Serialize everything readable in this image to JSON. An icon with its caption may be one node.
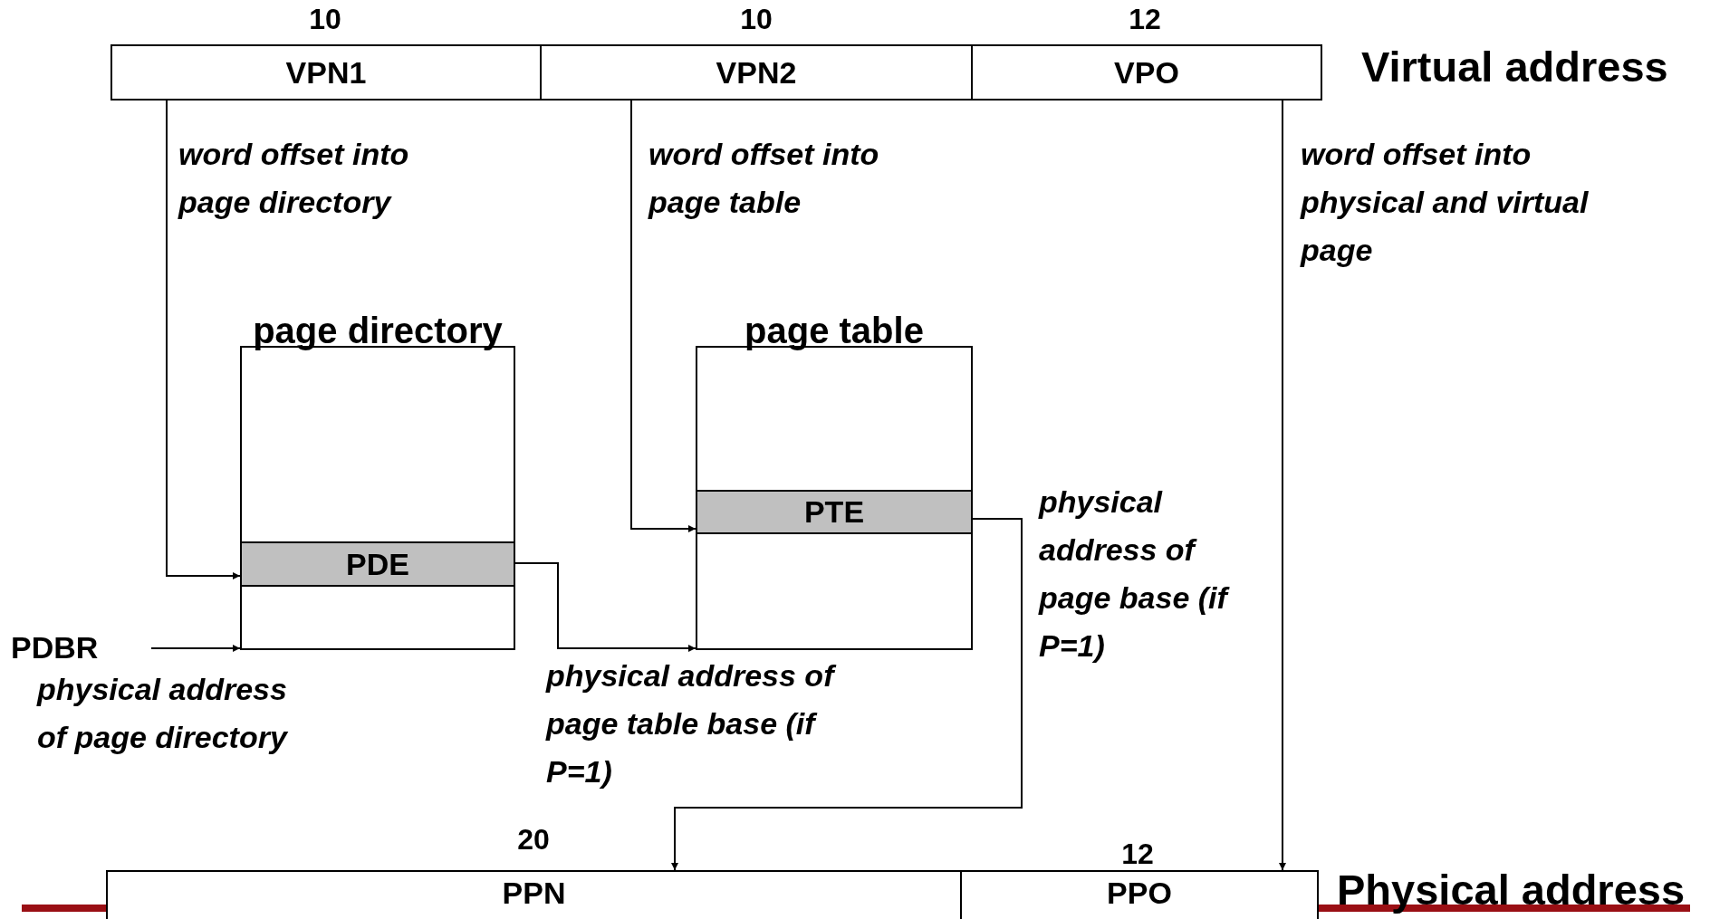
{
  "diagram": {
    "nodes": [
      {
        "text": [
          "VPN1"
        ],
        "beside": [
          "10"
        ]
      },
      {
        "text": [
          "VPN2"
        ],
        "beside": [
          "10"
        ]
      },
      {
        "text": [
          "VPO"
        ],
        "beside": [
          "12"
        ]
      },
      {
        "text": [
          "page directory"
        ]
      },
      {
        "text": [
          "PDE"
        ],
        "in": 3
      },
      {
        "text": [
          "page table"
        ]
      },
      {
        "text": [
          "PTE"
        ],
        "in": 5
      },
      {
        "text": [
          "PDBR"
        ]
      },
      {
        "text": [
          "PPN"
        ],
        "beside": [
          "20"
        ]
      },
      {
        "text": [
          "PPO"
        ],
        "beside": [
          "12"
        ]
      }
    ],
    "edges": [
      {
        "from": 0,
        "to": 4,
        "arrow": "to"
      },
      {
        "from": 1,
        "to": 6,
        "arrow": "to"
      },
      {
        "from": 2,
        "to": 9,
        "arrow": "to"
      },
      {
        "from": 7,
        "to": 3,
        "arrow": "to"
      },
      {
        "from": 4,
        "to": 5,
        "arrow": "to"
      },
      {
        "from": 6,
        "to": 8,
        "arrow": "to"
      }
    ],
    "labels": [
      "Virtual address",
      "word offset into page directory",
      "word offset into page table",
      "word offset into physical and virtual page",
      "physical address of page base (if P=1)",
      "physical address of page directory",
      "physical address of page table base (if P=1)",
      "Physical address"
    ]
  }
}
